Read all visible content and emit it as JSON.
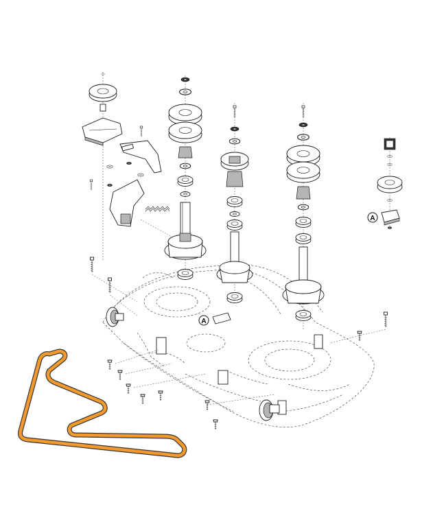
{
  "callouts": [
    {
      "id": "callout-a-right",
      "label": "A"
    },
    {
      "id": "callout-a-deck",
      "label": "A"
    }
  ],
  "colors": {
    "belt": "#f39a2e",
    "belt_outline": "#333333",
    "line": "#1a1a1a"
  },
  "icons": [
    "bolt-icon",
    "pulley-icon",
    "spindle-icon",
    "bearing-icon",
    "spring-icon",
    "bracket-icon",
    "wheel-icon",
    "belt-icon"
  ]
}
